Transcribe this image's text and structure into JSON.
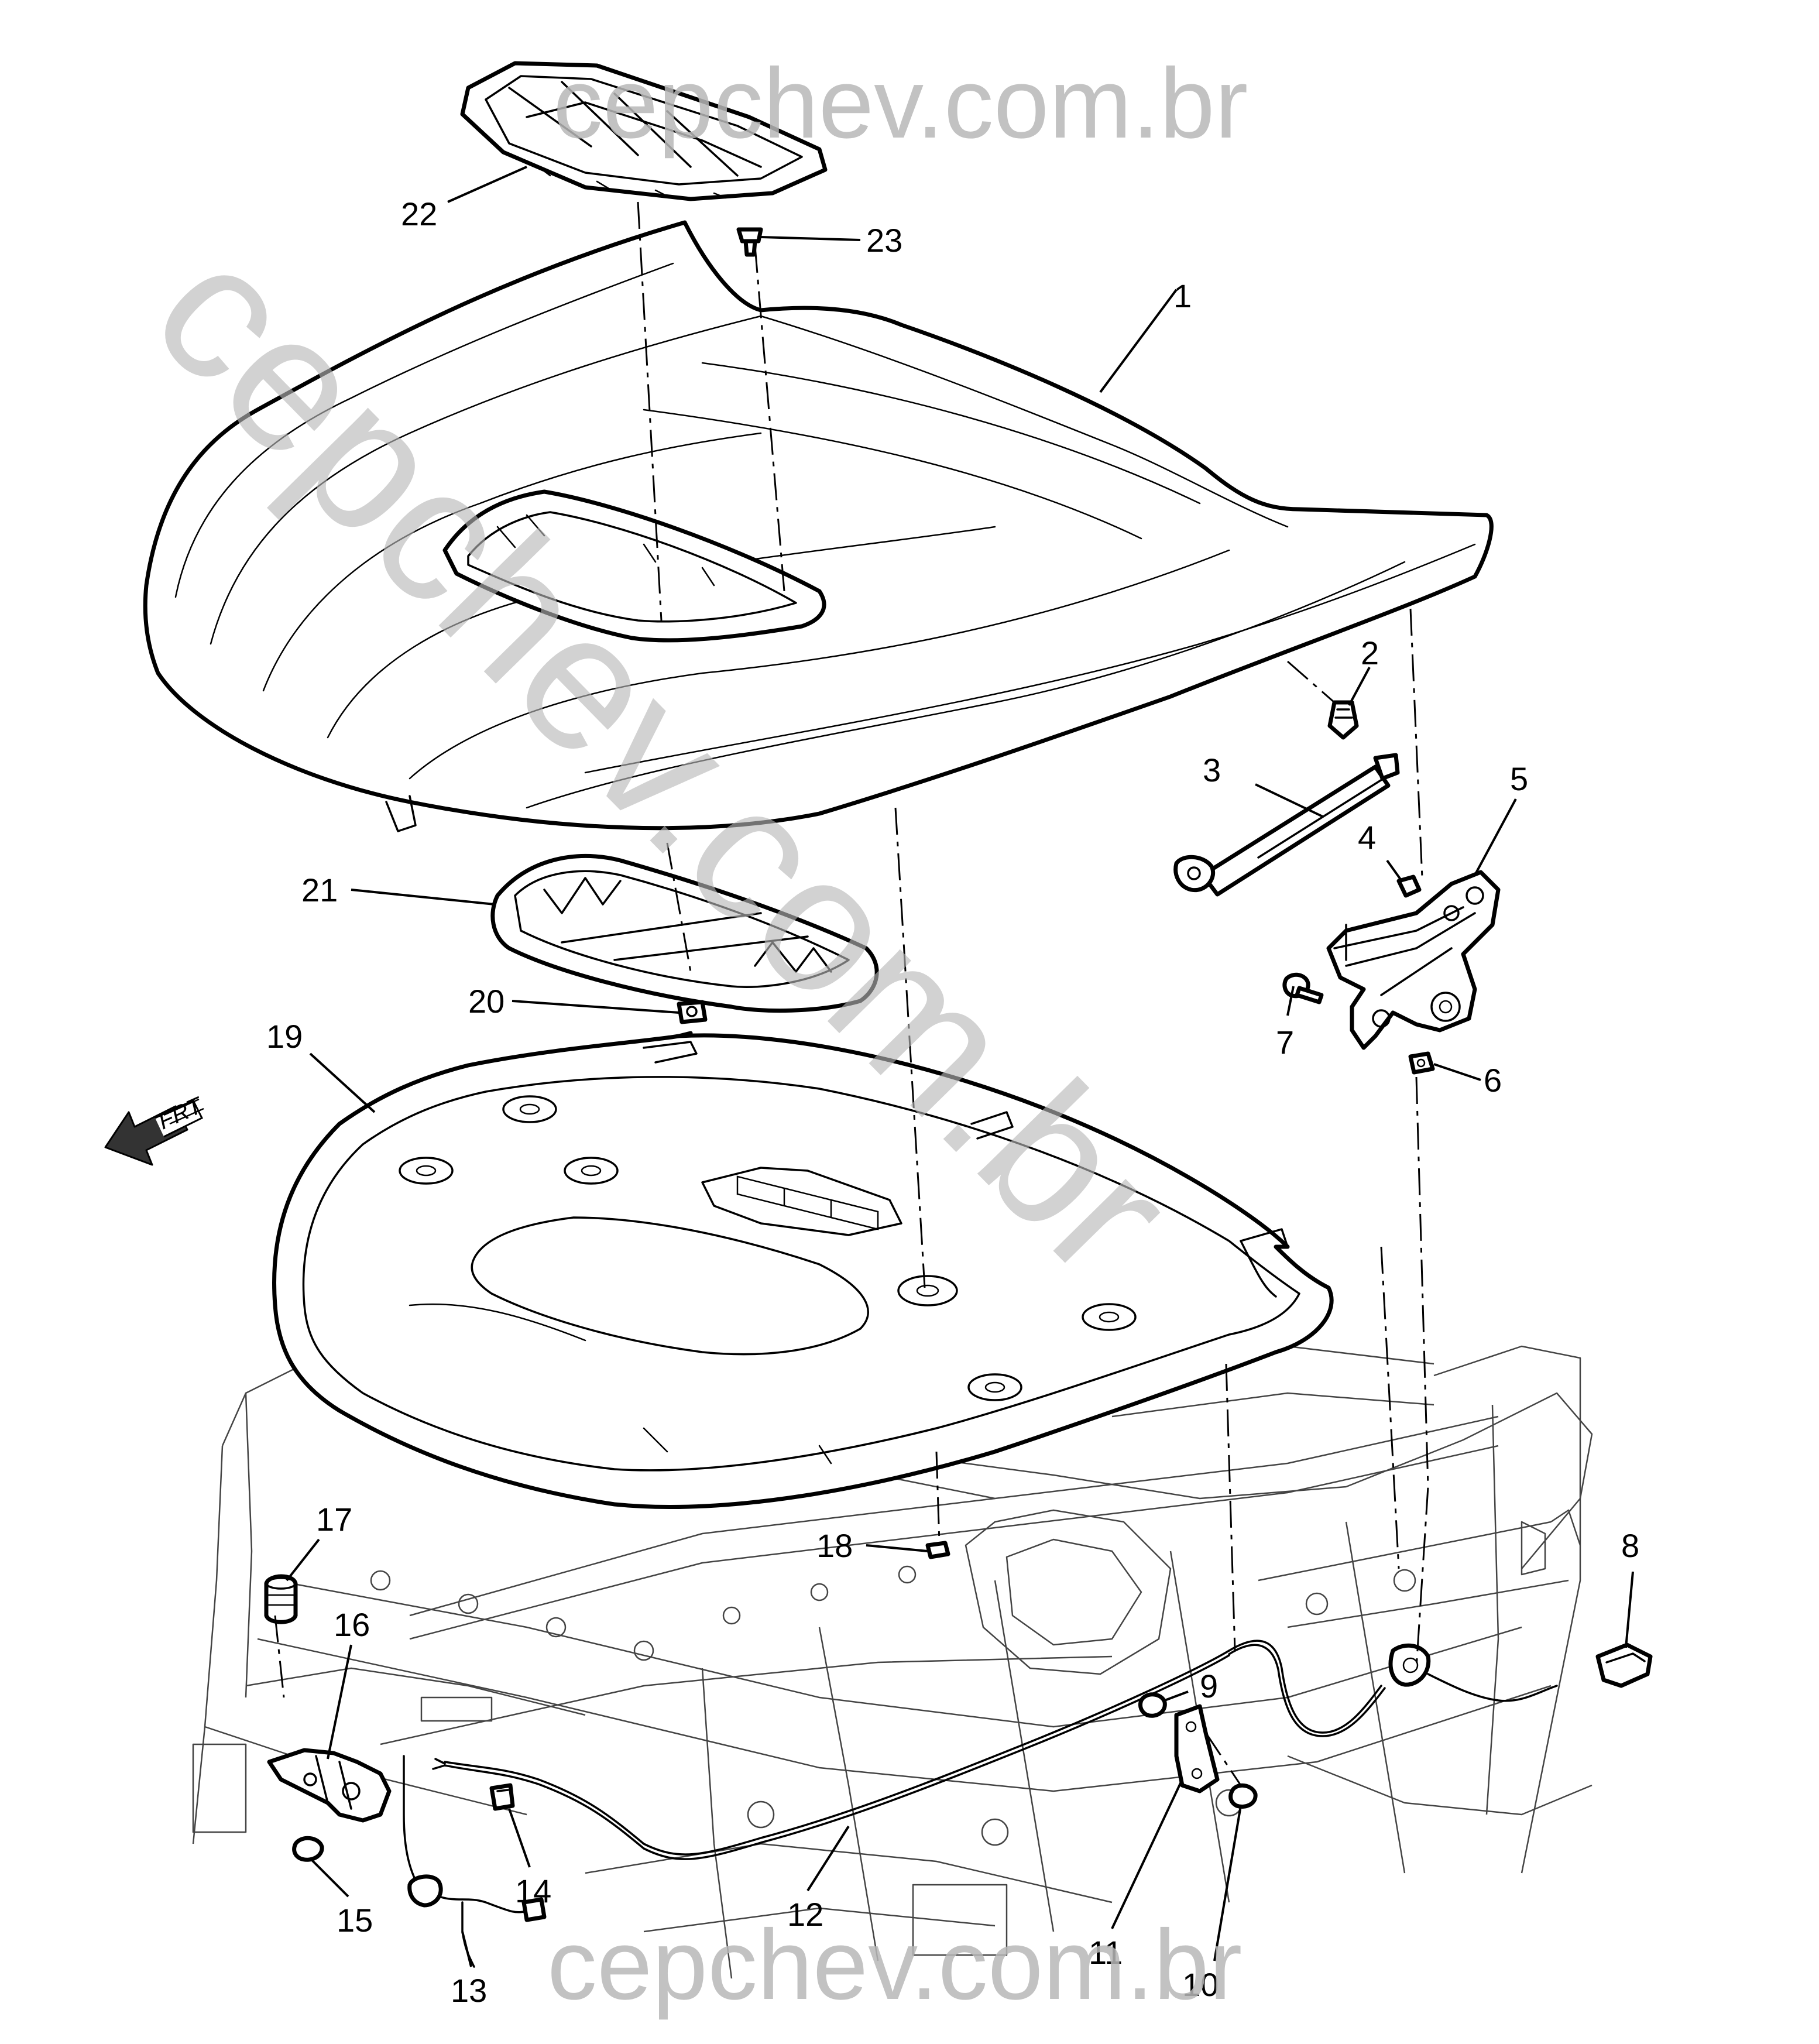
{
  "diagram": {
    "orientation_label": "FRT",
    "watermarks": {
      "top": "cepchev.com.br",
      "diagonal": "cepchev.com.br",
      "bottom": "cepchev.com.br"
    },
    "callouts": [
      {
        "id": "1",
        "label": "1"
      },
      {
        "id": "2",
        "label": "2"
      },
      {
        "id": "3",
        "label": "3"
      },
      {
        "id": "4",
        "label": "4"
      },
      {
        "id": "5",
        "label": "5"
      },
      {
        "id": "6",
        "label": "6"
      },
      {
        "id": "7",
        "label": "7"
      },
      {
        "id": "8",
        "label": "8"
      },
      {
        "id": "9",
        "label": "9"
      },
      {
        "id": "10",
        "label": "10"
      },
      {
        "id": "11",
        "label": "11"
      },
      {
        "id": "12",
        "label": "12"
      },
      {
        "id": "13",
        "label": "13"
      },
      {
        "id": "14",
        "label": "14"
      },
      {
        "id": "15",
        "label": "15"
      },
      {
        "id": "16",
        "label": "16"
      },
      {
        "id": "17",
        "label": "17"
      },
      {
        "id": "18",
        "label": "18"
      },
      {
        "id": "19",
        "label": "19"
      },
      {
        "id": "20",
        "label": "20"
      },
      {
        "id": "21",
        "label": "21"
      },
      {
        "id": "22",
        "label": "22"
      },
      {
        "id": "23",
        "label": "23"
      }
    ]
  }
}
